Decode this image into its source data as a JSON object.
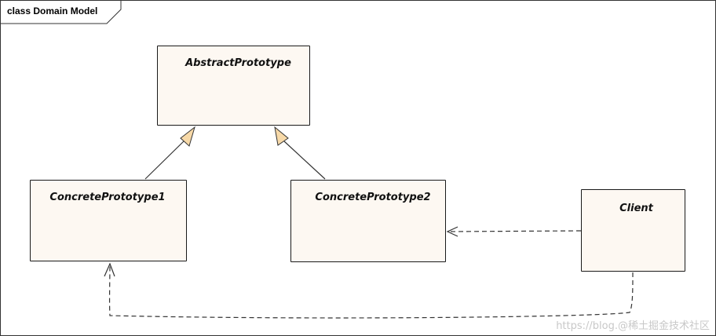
{
  "diagram": {
    "frame_title": "class Domain Model",
    "classes": {
      "abstract": "AbstractPrototype",
      "concrete1": "ConcretePrototype1",
      "concrete2": "ConcretePrototype2",
      "client": "Client"
    },
    "relations": [
      {
        "type": "generalization",
        "from": "ConcretePrototype1",
        "to": "AbstractPrototype"
      },
      {
        "type": "generalization",
        "from": "ConcretePrototype2",
        "to": "AbstractPrototype"
      },
      {
        "type": "dependency",
        "from": "Client",
        "to": "ConcretePrototype2"
      },
      {
        "type": "dependency",
        "from": "Client",
        "to": "ConcretePrototype1"
      }
    ],
    "colors": {
      "class_fill": "#fdf8f2",
      "inheritance_arrow_fill": "#f7d9a8"
    }
  },
  "watermark": "https://blog.@稀土掘金技术社区"
}
